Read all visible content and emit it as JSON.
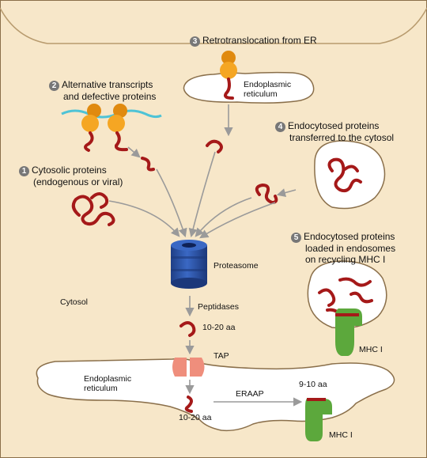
{
  "colors": {
    "cytosol": "#f7e7c9",
    "membrane_edge": "#8a6f4a",
    "er_fill": "#ffffff",
    "peptide": "#a51919",
    "ribosome": "#f5a623",
    "ribosome_cap": "#e08a0f",
    "mrna": "#4ec3d6",
    "proteasome": "#2c55a8",
    "tap": "#ef8e7c",
    "mhc": "#5ca83c",
    "arrow": "#9a9a9a",
    "badge": "#777777"
  },
  "steps": [
    {
      "number": "1",
      "lines": [
        "Cytosolic proteins",
        "(endogenous or viral)"
      ]
    },
    {
      "number": "2",
      "lines": [
        "Alternative transcripts",
        "and defective proteins"
      ]
    },
    {
      "number": "3",
      "lines": [
        "Retrotranslocation from ER"
      ]
    },
    {
      "number": "4",
      "lines": [
        "Endocytosed proteins",
        "transferred to the cytosol"
      ]
    },
    {
      "number": "5",
      "lines": [
        "Endocytosed proteins",
        "loaded in endosomes",
        "on recycling MHC I"
      ]
    }
  ],
  "labels": {
    "er_top": [
      "Endoplasmic",
      "reticulum"
    ],
    "er_bottom": [
      "Endoplasmic",
      "reticulum"
    ],
    "proteasome": "Proteasome",
    "cytosol": "Cytosol",
    "peptidases": "Peptidases",
    "peptide_len_upper": "10-20 aa",
    "tap": "TAP",
    "erap": "ERAAP",
    "peptide_len_final": "9-10 aa",
    "peptide_len_lower": "10-20 aa",
    "mhc_endosome": "MHC I",
    "mhc_er": "MHC I"
  }
}
